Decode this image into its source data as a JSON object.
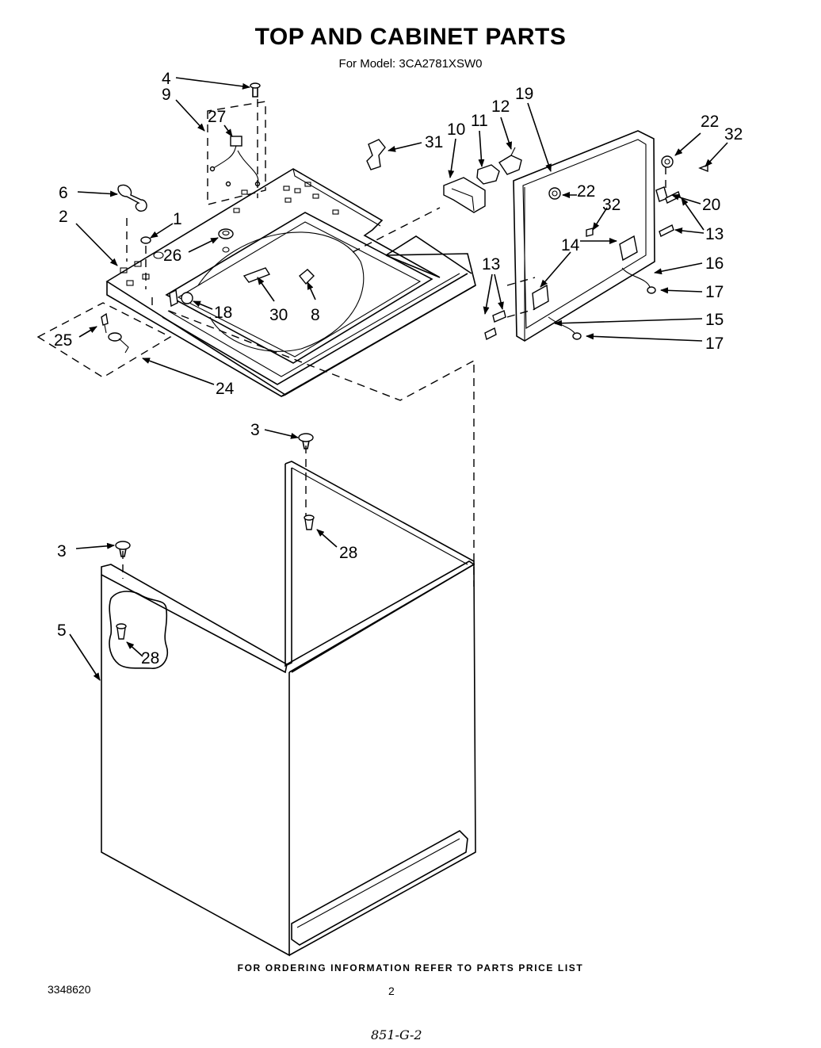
{
  "title": "TOP AND CABINET PARTS",
  "subtitle": "For Model: 3CA2781XSW0",
  "footer_note": "FOR ORDERING INFORMATION REFER TO PARTS PRICE LIST",
  "document_number": "3348620",
  "page_number": "2",
  "handwritten_note": "851-G-2",
  "callouts": {
    "c4": "4",
    "c9": "9",
    "c27": "27",
    "c6": "6",
    "c1": "1",
    "c2": "2",
    "c26": "26",
    "c18": "18",
    "c30": "30",
    "c8": "8",
    "c25": "25",
    "c24": "24",
    "c31": "31",
    "c10": "10",
    "c11": "11",
    "c12": "12",
    "c19": "19",
    "c22a": "22",
    "c32a": "32",
    "c22b": "22",
    "c32b": "32",
    "c20": "20",
    "c13a": "13",
    "c14": "14",
    "c13b": "13",
    "c16": "16",
    "c17a": "17",
    "c15": "15",
    "c17b": "17",
    "c3a": "3",
    "c28a": "28",
    "c3b": "3",
    "c5": "5",
    "c28b": "28"
  }
}
